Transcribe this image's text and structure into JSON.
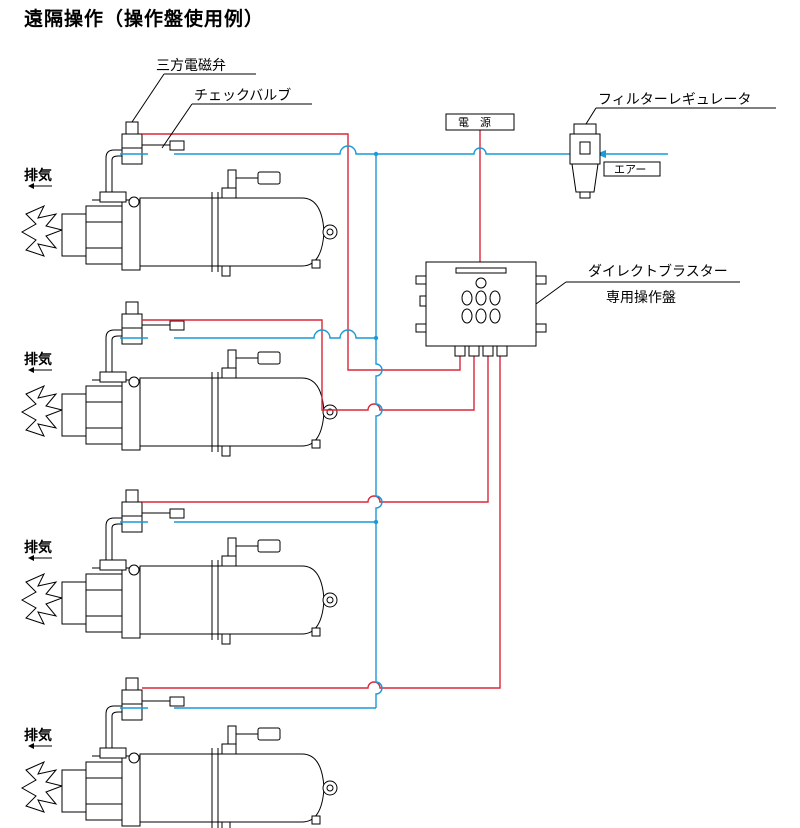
{
  "title": "遠隔操作（操作盤使用例）",
  "labels": {
    "solenoid_valve": "三方電磁弁",
    "check_valve": "チェックバルブ",
    "filter_regulator": "フィルターレギュレータ",
    "power": "電　源",
    "air": "エアー",
    "panel_line1": "ダイレクトブラスター",
    "panel_line2": "専用操作盤",
    "exhaust": "排気"
  },
  "units": [
    {
      "exhaust_label": "排気"
    },
    {
      "exhaust_label": "排気"
    },
    {
      "exhaust_label": "排気"
    },
    {
      "exhaust_label": "排気"
    }
  ],
  "colors": {
    "signal_line": "#d9283a",
    "air_line": "#1a9ad6",
    "outline": "#000000"
  }
}
